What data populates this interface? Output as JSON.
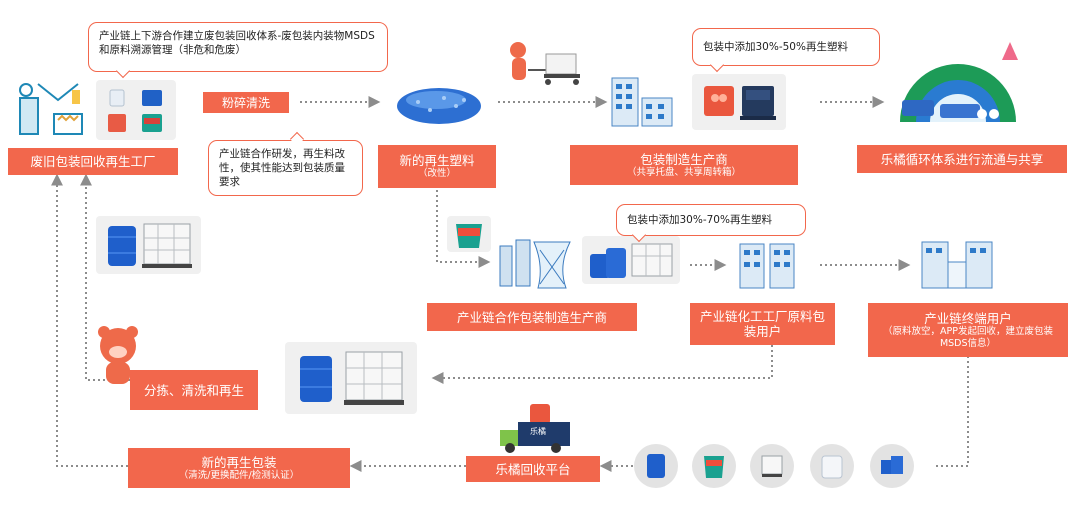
{
  "colors": {
    "accent": "#f2674c",
    "blue": "#1f6fd1",
    "line": "#8c8c8c",
    "panel": "#f0f0f0"
  },
  "nodes": {
    "factory": "废旧包装回收再生工厂",
    "new_plastic": {
      "title": "新的再生塑料",
      "sub": "（改性）"
    },
    "pkg_maker": {
      "title": "包装制造生产商",
      "sub": "（共享托盘、共享周转箱）"
    },
    "circulation": "乐橘循环体系进行流通与共享",
    "partner_maker": "产业链合作包装制造生产商",
    "chem_user": "产业链化工工厂原料包装用户",
    "end_user": {
      "title": "产业链终端用户",
      "sub": "（原料放空，APP发起回收，建立废包装MSDS信息）"
    },
    "sorting": "分拣、清洗和再生",
    "new_packaging": {
      "title": "新的再生包装",
      "sub": "（清洗/更换配件/检测认证）"
    },
    "platform": "乐橘回收平台"
  },
  "labels": {
    "crush": "粉碎清洗"
  },
  "bubbles": {
    "chain_build": "产业链上下游合作建立废包装回收体系-废包装内装物MSDS和原料溯源管理（非危和危废）",
    "chain_rd": "产业链合作研发，再生料改性，使其性能达到包装质量要求",
    "add_30_50": "包装中添加30%-50%再生塑料",
    "add_30_70": "包装中添加30%-70%再生塑料"
  },
  "icons": [
    "factory-icon",
    "waste-packages-icon",
    "plastic-pellets-icon",
    "forklift-worker-icon",
    "building-icon",
    "pallet-crate-icon",
    "city-globe-icon",
    "drum-ibc-icon",
    "bucket-icon",
    "silo-plant-icon",
    "mascot-icon",
    "truck-icon"
  ],
  "truck_text": "乐橘"
}
